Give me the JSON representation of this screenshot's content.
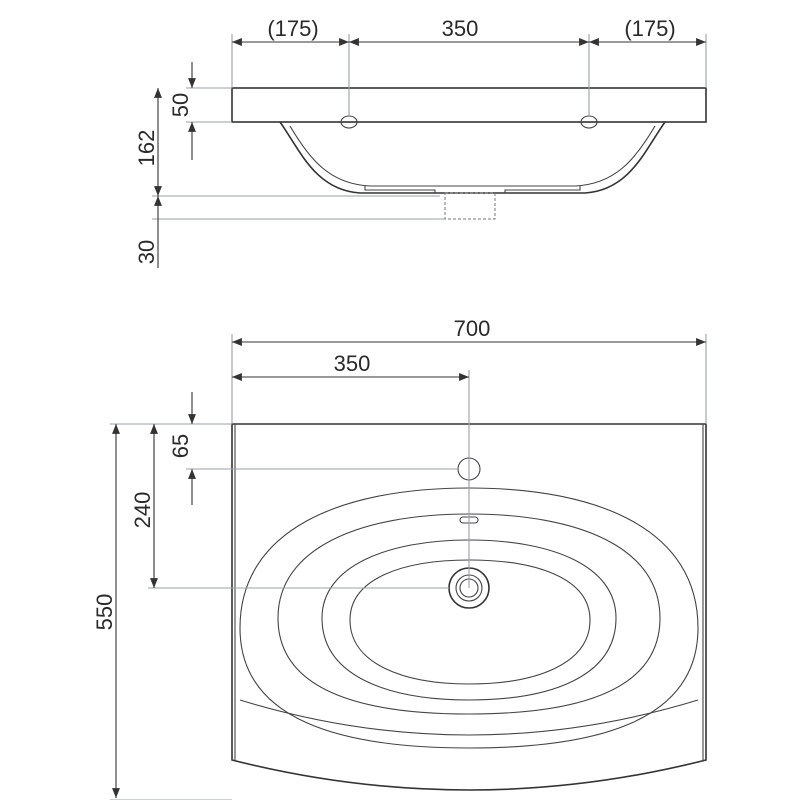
{
  "side_view": {
    "dim_left_width": "(175)",
    "dim_center_width": "350",
    "dim_right_width": "(175)",
    "dim_rim_height": "50",
    "dim_bowl_depth": "162",
    "dim_drain_height": "30"
  },
  "top_view": {
    "dim_total_width": "700",
    "dim_half_width": "350",
    "dim_tap_hole_offset": "65",
    "dim_drain_offset": "240",
    "dim_total_depth": "550"
  },
  "colors": {
    "line": "#333333",
    "extension_line": "#9aa0a6"
  }
}
